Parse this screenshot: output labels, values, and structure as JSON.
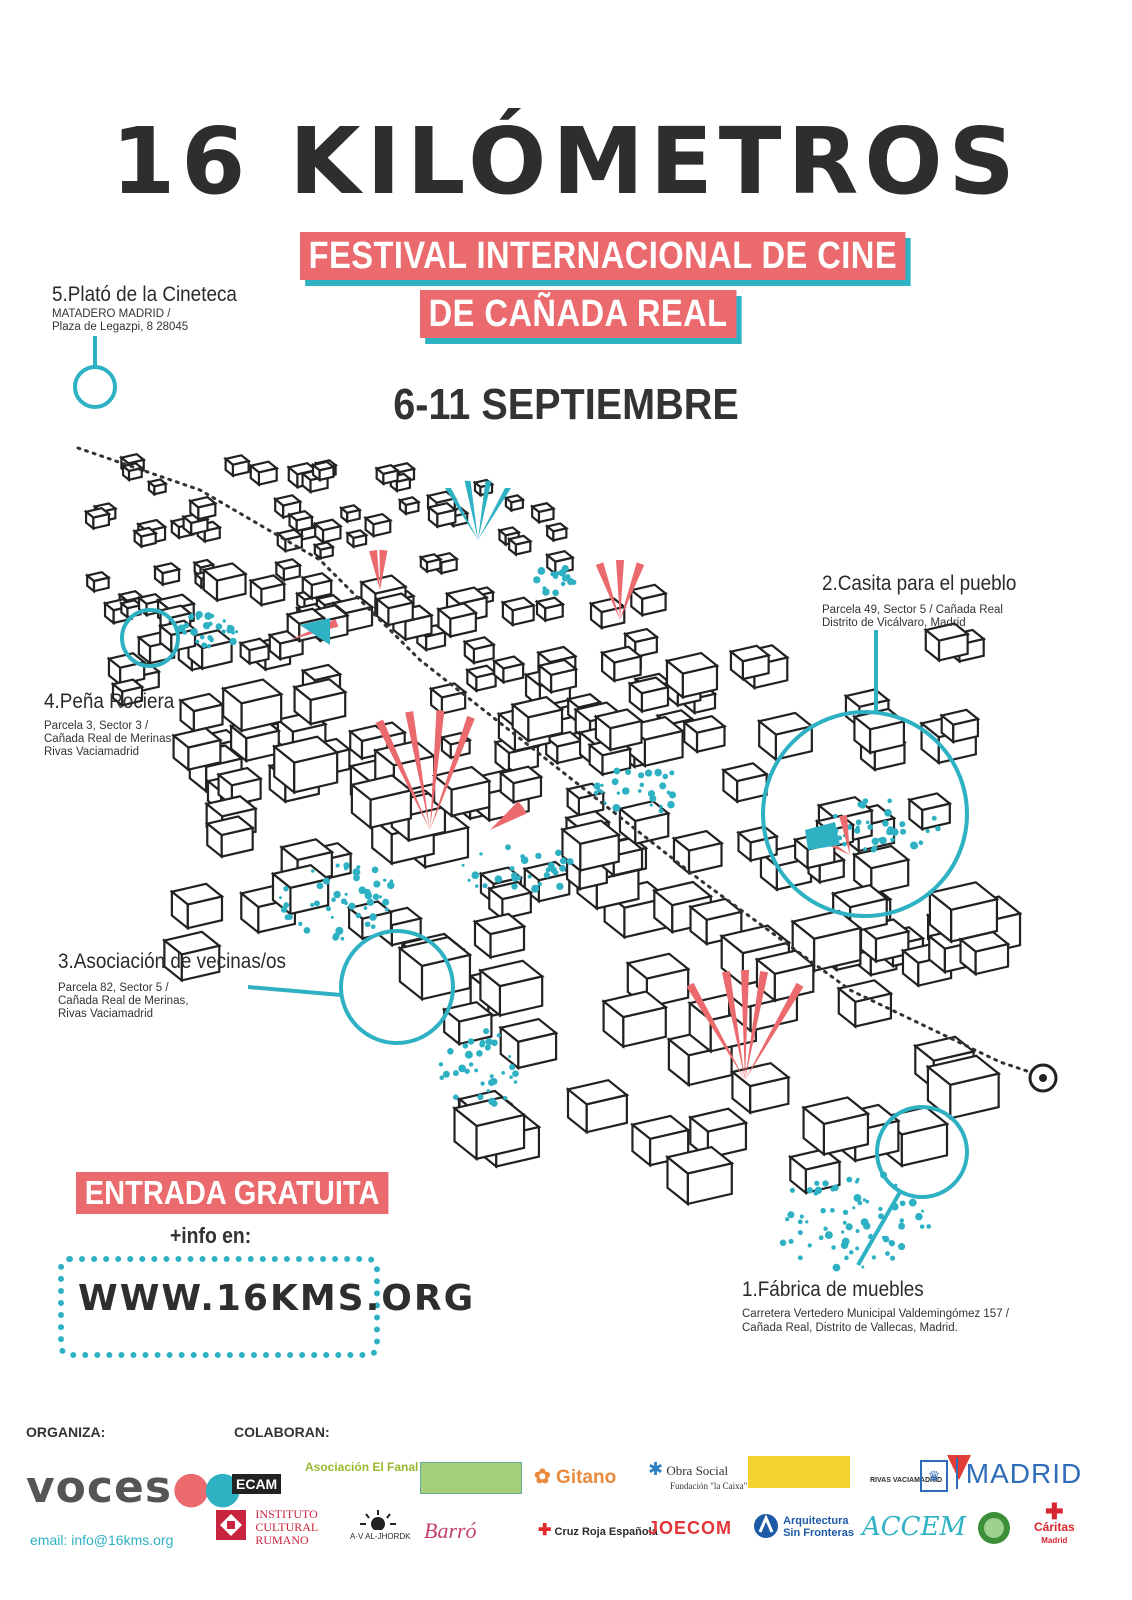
{
  "title": "16 KILÓMETROS",
  "subtitle_line1": "FESTIVAL INTERNACIONAL DE CINE",
  "subtitle_line2": "DE CAÑADA REAL",
  "dates": "6-11 SEPTIEMBRE",
  "locations": [
    {
      "title": "5.Plató de la Cineteca",
      "addr1": "MATADERO MADRID /",
      "addr2": "Plaza de Legazpi, 8   28045",
      "addr3": ""
    },
    {
      "title": "2.Casita para el pueblo",
      "addr1": "Parcela 49, Sector 5 / Cañada Real",
      "addr2": "Distrito de Vicálvaro, Madrid",
      "addr3": ""
    },
    {
      "title": "4.Peña Rociera",
      "addr1": "Parcela 3, Sector 3  /",
      "addr2": "Cañada Real de Merinas,",
      "addr3": "Rivas Vaciamadrid"
    },
    {
      "title": "3.Asociación de vecinas/os",
      "addr1": "Parcela 82, Sector 5  /",
      "addr2": "Cañada Real de Merinas,",
      "addr3": "Rivas Vaciamadrid"
    },
    {
      "title": "1.Fábrica de muebles",
      "addr1": "Carretera Vertedero Municipal Valdemingómez 157 /",
      "addr2": "Cañada Real, Distrito de Vallecas, Madrid.",
      "addr3": ""
    }
  ],
  "entrada": "ENTRADA GRATUITA",
  "info_label": "+info en:",
  "url": "WWW.16KMS.ORG",
  "organiza_label": "ORGANIZA:",
  "colaboran_label": "COLABORAN:",
  "organizer_logo": "voces",
  "email": "email: info@16kms.org",
  "colaboradores_row1": [
    "ECAM",
    "Asociación El Fanal",
    "Gitano",
    "Obra Social",
    "Fundación \"la Caixa\"",
    "RIVAS VACIAMADRID",
    "MADRID"
  ],
  "colaboradores_row2": [
    "INSTITUTO",
    "CULTURAL",
    "RUMANO",
    "A·V AL-JHORDK",
    "Barró",
    "Cruz Roja Española",
    "JOECOM",
    "Arquitectura",
    "Sin Fronteras",
    "ACCEM",
    "Cáritas",
    "Madrid"
  ],
  "colors": {
    "red": "#ea6a6d",
    "teal": "#2fb1c4",
    "ink": "#2e2e2e"
  }
}
